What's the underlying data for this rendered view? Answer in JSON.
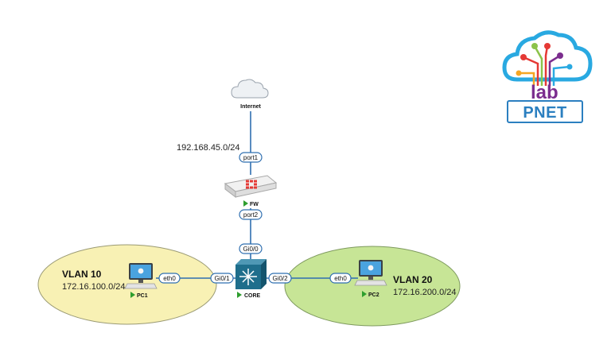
{
  "vlans": {
    "vlan10": {
      "title": "VLAN 10",
      "subnet": "172.16.100.0/24",
      "fill": "#f8f1b4"
    },
    "vlan20": {
      "title": "VLAN 20",
      "subnet": "172.16.200.0/24",
      "fill": "#c7e596"
    }
  },
  "network_label": "192.168.45.0/24",
  "nodes": {
    "internet": {
      "label": "Internet",
      "icon": "cloud-icon"
    },
    "fw": {
      "label": "FW",
      "icon": "firewall-icon",
      "accent": "#e53935"
    },
    "core": {
      "label": "CORE",
      "icon": "core-switch-icon",
      "color": "#1f6e8c"
    },
    "pc1": {
      "label": "PC1",
      "icon": "pc-icon"
    },
    "pc2": {
      "label": "PC2",
      "icon": "pc-icon"
    }
  },
  "ports": {
    "fw_port1": "port1",
    "fw_port2": "port2",
    "core_gi00": "Gi0/0",
    "core_gi01": "Gi0/1",
    "core_gi02": "Gi0/2",
    "pc1_eth0": "eth0",
    "pc2_eth0": "eth0"
  },
  "brand": {
    "text": "PNET",
    "lab_text": "lab",
    "color": "#2b7fc0"
  },
  "colors": {
    "link": "#2f6fb0",
    "running": "#2e9e2e"
  }
}
